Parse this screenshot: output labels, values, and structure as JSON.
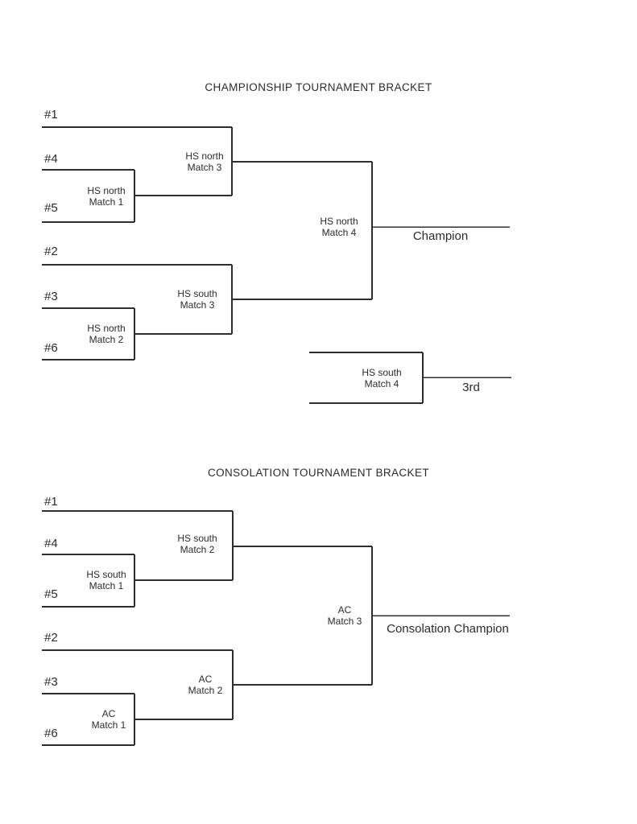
{
  "colors": {
    "page_background": "#ffffff",
    "line": "#2e2e2e",
    "text": "#2b2b2b"
  },
  "championship": {
    "title": "CHAMPIONSHIP TOURNAMENT BRACKET",
    "seeds": [
      "#1",
      "#4",
      "#5",
      "#2",
      "#3",
      "#6"
    ],
    "round1_top": {
      "team": "HS north",
      "match": "Match 1"
    },
    "round1_bottom": {
      "team": "HS north",
      "match": "Match 2"
    },
    "semifinal_top": {
      "team": "HS north",
      "match": "Match 3"
    },
    "semifinal_bottom": {
      "team": "HS south",
      "match": "Match 3"
    },
    "final_match": {
      "team": "HS north",
      "match": "Match 4"
    },
    "champion_label": "Champion",
    "third_place_match": {
      "team": "HS south",
      "match": "Match 4"
    },
    "third_place_label": "3rd"
  },
  "consolation": {
    "title": "CONSOLATION TOURNAMENT BRACKET",
    "seeds": [
      "#1",
      "#4",
      "#5",
      "#2",
      "#3",
      "#6"
    ],
    "round1_top": {
      "team": "HS south",
      "match": "Match 1"
    },
    "round1_bottom": {
      "team": "AC",
      "match": "Match 1"
    },
    "semifinal_top": {
      "team": "HS south",
      "match": "Match 2"
    },
    "semifinal_bottom": {
      "team": "AC",
      "match": "Match 2"
    },
    "final_match": {
      "team": "AC",
      "match": "Match 3"
    },
    "champion_label": "Consolation Champion"
  }
}
